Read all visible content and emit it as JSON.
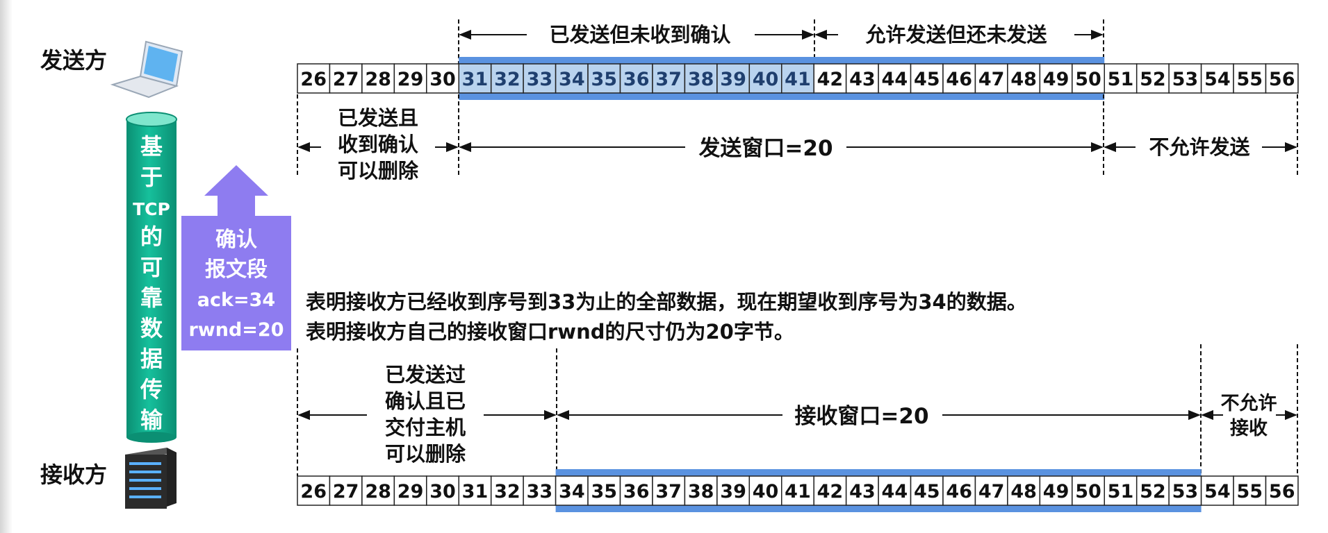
{
  "sender": {
    "label": "发送方",
    "icon": "laptop-icon"
  },
  "receiver": {
    "label": "接收方",
    "icon": "server-icon"
  },
  "channel": {
    "chars": [
      "基",
      "于",
      "TCP",
      "的",
      "可",
      "靠",
      "数",
      "据",
      "传",
      "输"
    ],
    "color": "#0fae8c"
  },
  "ack_segment": {
    "lines": [
      "确认",
      "报文段",
      "ack=34",
      "rwnd=20"
    ],
    "color": "#8e7cf0"
  },
  "sender_window": {
    "sequence": [
      26,
      27,
      28,
      29,
      30,
      31,
      32,
      33,
      34,
      35,
      36,
      37,
      38,
      39,
      40,
      41,
      42,
      43,
      44,
      45,
      46,
      47,
      48,
      49,
      50,
      51,
      52,
      53,
      54,
      55,
      56
    ],
    "sent_unacked_first": 31,
    "sent_unacked_last": 41,
    "window_first": 31,
    "window_last": 50,
    "top_labels": {
      "sent_unacked": "已发送但未收到确认",
      "allowed_unsent": "允许发送但还未发送"
    },
    "bottom_labels": {
      "acked": [
        "已发送且",
        "收到确认",
        "可以删除"
      ],
      "window": "发送窗口=20",
      "not_allowed": "不允许发送"
    }
  },
  "explanation": {
    "line1": "表明接收方已经收到序号到33为止的全部数据，现在期望收到序号为34的数据。",
    "line2": "表明接收方自己的接收窗口rwnd的尺寸仍为20字节。"
  },
  "receiver_window": {
    "sequence": [
      26,
      27,
      28,
      29,
      30,
      31,
      32,
      33,
      34,
      35,
      36,
      37,
      38,
      39,
      40,
      41,
      42,
      43,
      44,
      45,
      46,
      47,
      48,
      49,
      50,
      51,
      52,
      53,
      54,
      55,
      56
    ],
    "window_first": 34,
    "window_last": 53,
    "labels": {
      "delivered": [
        "已发送过",
        "确认且已",
        "交付主机",
        "可以删除"
      ],
      "window": "接收窗口=20",
      "not_allowed": [
        "不允许",
        "接收"
      ]
    }
  },
  "colors": {
    "highlight": "#b9d3ee",
    "window_bar": "#5a92e0",
    "text": "#111111",
    "highlight_text": "#1f3f6e"
  }
}
